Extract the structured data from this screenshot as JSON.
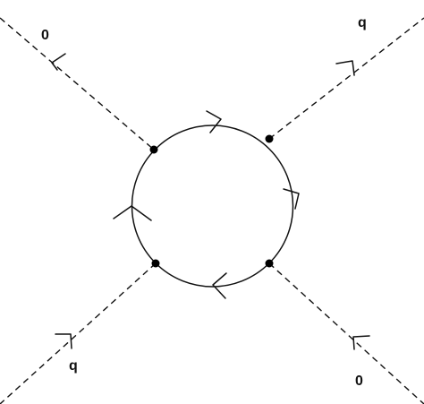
{
  "diagram": {
    "legs": [
      {
        "name": "leg-top-left",
        "label": "0"
      },
      {
        "name": "leg-top-right",
        "label": "q"
      },
      {
        "name": "leg-bottom-left",
        "label": "q"
      },
      {
        "name": "leg-bottom-right",
        "label": "0"
      }
    ],
    "loop": {
      "arrow_direction": "clockwise",
      "vertex_count": 4
    },
    "colors": {
      "line": "#111111",
      "vertex": "#000000",
      "background": "#ffffff"
    }
  }
}
